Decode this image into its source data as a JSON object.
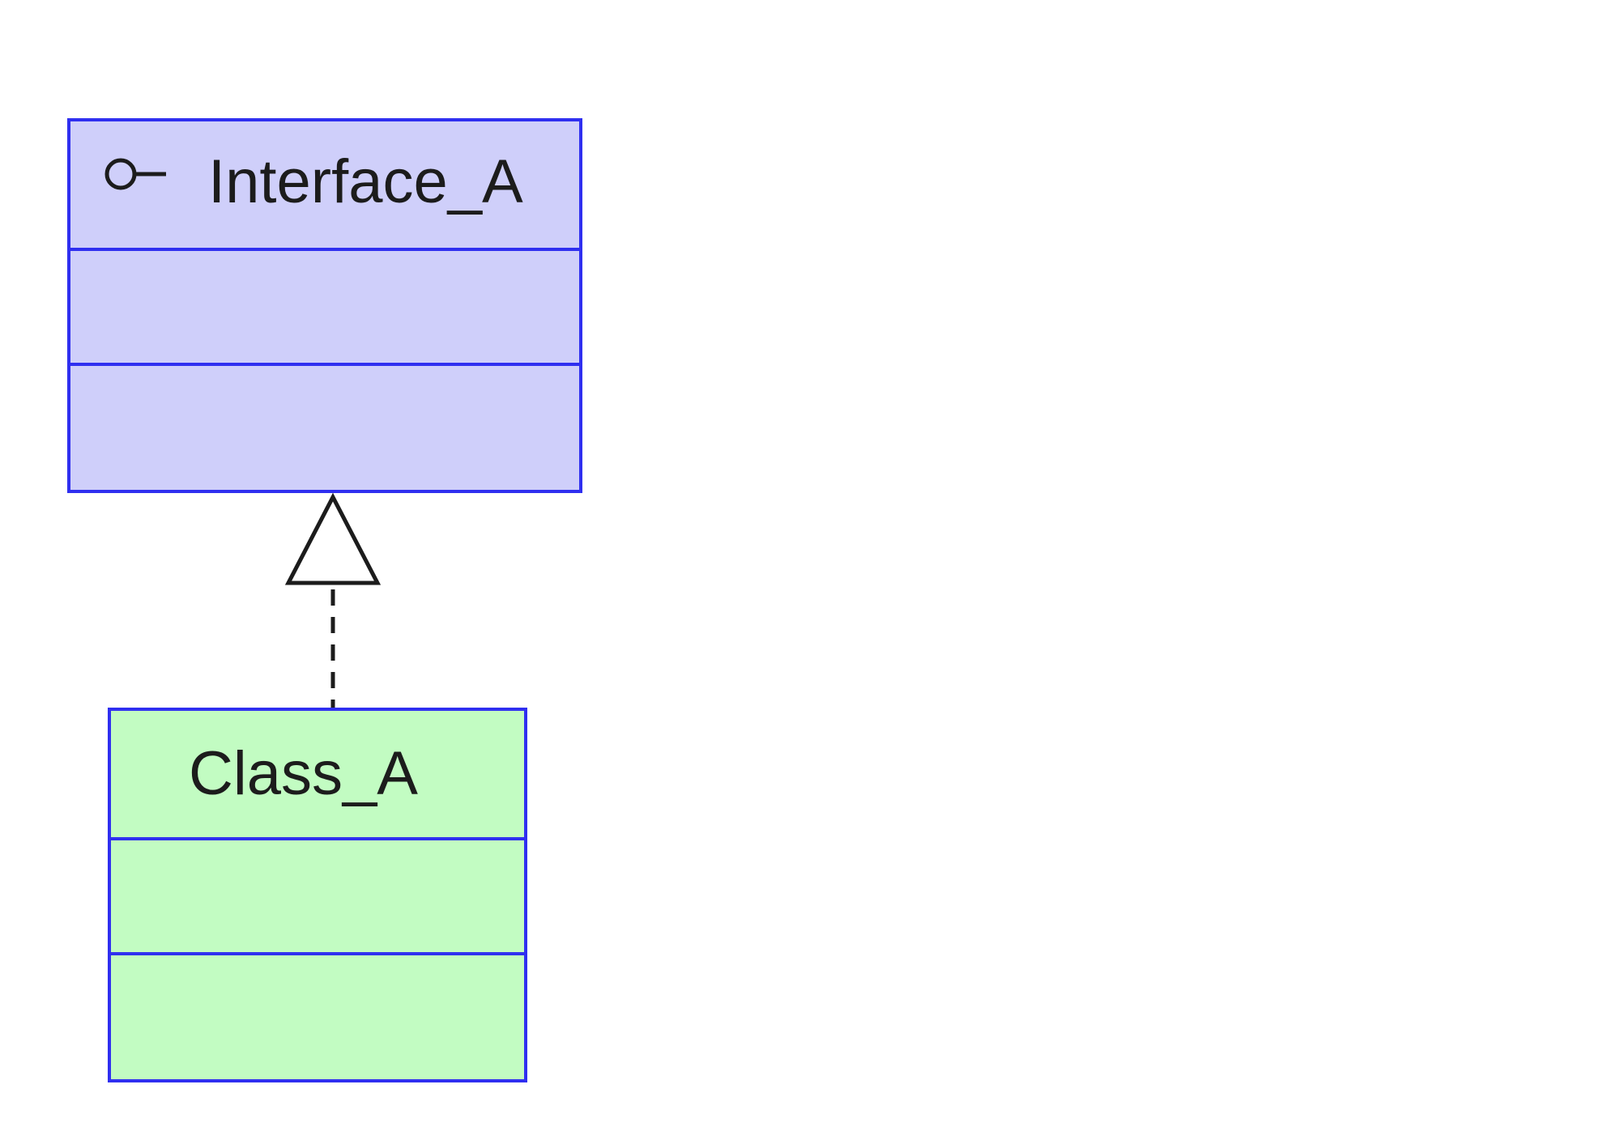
{
  "diagram": {
    "interface": {
      "name": "Interface_A",
      "icon": "interface-lollipop-icon",
      "fill_color": "#cfcffa",
      "border_color": "#2f2ff0"
    },
    "class": {
      "name": "Class_A",
      "fill_color": "#c2fcc2",
      "border_color": "#2f2ff0"
    },
    "relationship": {
      "type": "realization",
      "line_style": "dashed",
      "arrowhead": "hollow-triangle",
      "from": "Class_A",
      "to": "Interface_A"
    }
  }
}
